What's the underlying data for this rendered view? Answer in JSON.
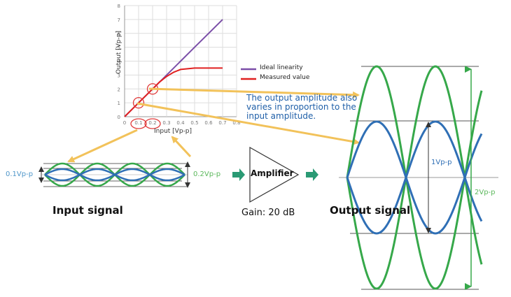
{
  "chart_data": {
    "type": "line",
    "xlabel": "Input [Vp-p]",
    "ylabel": "Output [Vp-p]",
    "xlim": [
      0,
      0.8
    ],
    "ylim": [
      0,
      8
    ],
    "x_ticks": [
      "0",
      "0.1",
      "0.2",
      "0.3",
      "0.4",
      "0.5",
      "0.6",
      "0.7",
      "0.8"
    ],
    "y_ticks": [
      "0",
      "1",
      "2",
      "3",
      "4",
      "5",
      "6",
      "7",
      "8"
    ],
    "grid": true,
    "legend_position": "right",
    "series": [
      {
        "name": "Ideal linearity",
        "color": "#7b4fa8",
        "points": [
          [
            0,
            0
          ],
          [
            0.1,
            1
          ],
          [
            0.2,
            2
          ],
          [
            0.3,
            3
          ],
          [
            0.4,
            4
          ],
          [
            0.5,
            5
          ],
          [
            0.6,
            6
          ],
          [
            0.7,
            7
          ]
        ]
      },
      {
        "name": "Measured value",
        "color": "#e02020",
        "points": [
          [
            0,
            0
          ],
          [
            0.1,
            1
          ],
          [
            0.2,
            2
          ],
          [
            0.25,
            2.5
          ],
          [
            0.3,
            2.9
          ],
          [
            0.35,
            3.2
          ],
          [
            0.4,
            3.4
          ],
          [
            0.5,
            3.5
          ],
          [
            0.6,
            3.5
          ],
          [
            0.7,
            3.5
          ]
        ]
      }
    ],
    "highlighted_points": [
      [
        0.1,
        1
      ],
      [
        0.2,
        2
      ]
    ]
  },
  "annotation": {
    "text": "The output amplitude also varies in proportion to the input amplitude."
  },
  "input_signal": {
    "title": "Input signal",
    "small_amplitude_label": "0.1Vp-p",
    "large_amplitude_label": "0.2Vp-p"
  },
  "amplifier": {
    "label": "Amplifier",
    "gain_label": "Gain: 20 dB"
  },
  "output_signal": {
    "title": "Output signal",
    "small_amplitude_label": "1Vp-p",
    "large_amplitude_label": "2Vp-p"
  },
  "colors": {
    "blue_wave": "#2f6fb5",
    "green_wave": "#36a84a",
    "arrow_orange": "#f2c25a",
    "arrow_teal": "#2a9a74",
    "circle_red": "#e03a3a"
  }
}
